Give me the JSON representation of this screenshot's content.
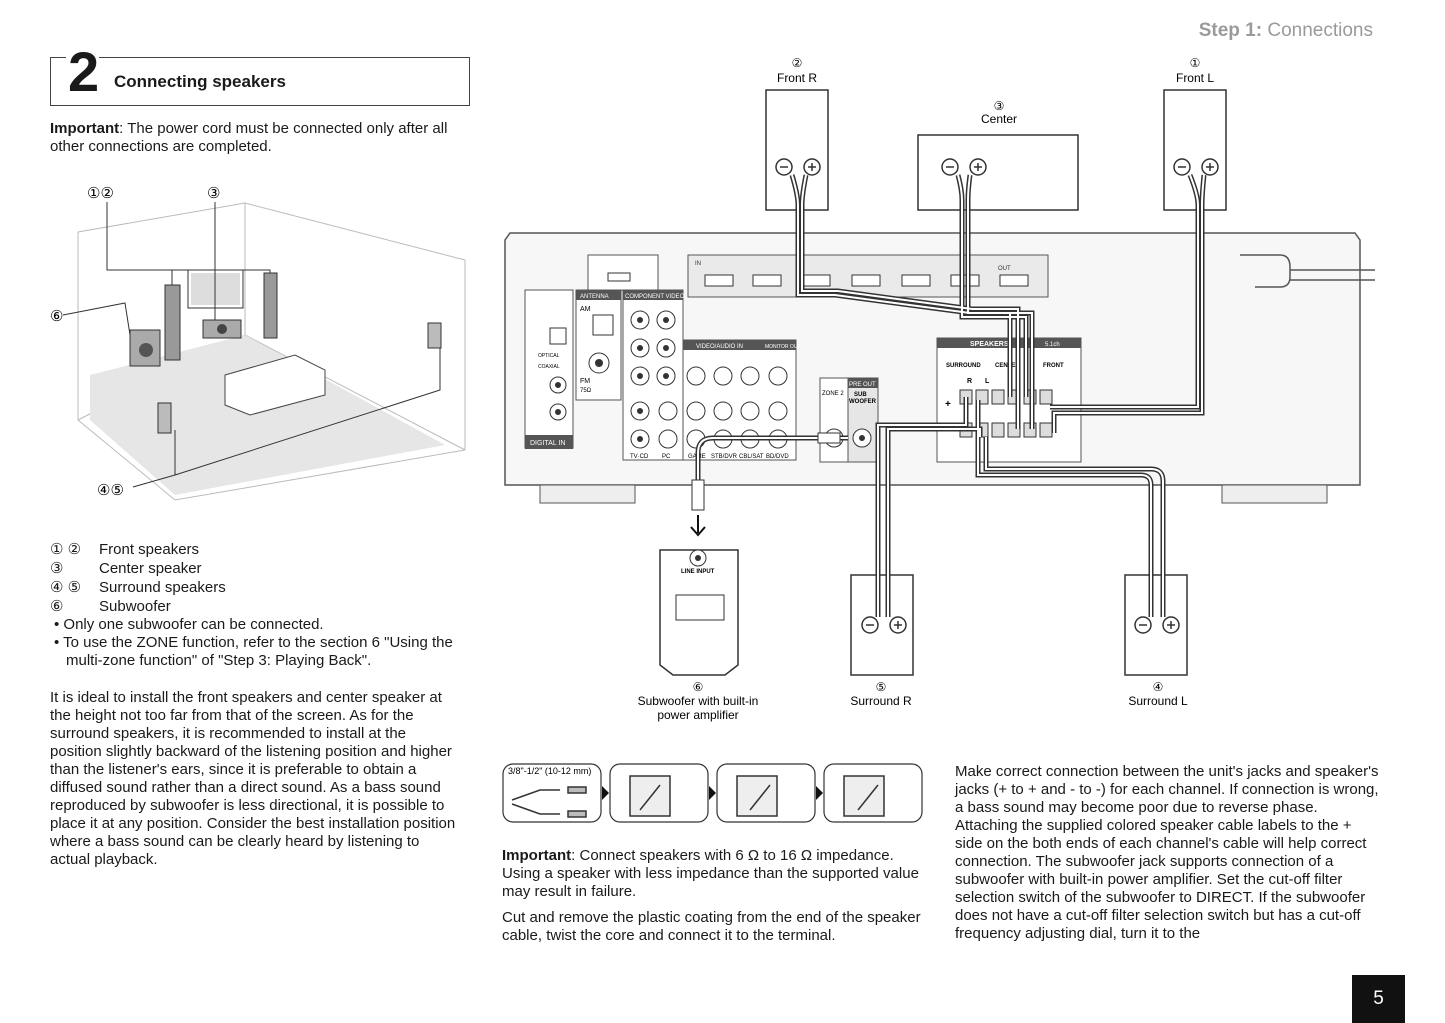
{
  "header": {
    "step": "Step 1:",
    "title": "Connections"
  },
  "section": {
    "number": "2",
    "title": "Connecting speakers"
  },
  "important_power": {
    "label": "Important",
    "text": ": The power cord must be connected only after all other connections are completed."
  },
  "room_labels": {
    "l12": "①②",
    "l3": "③",
    "l6": "⑥",
    "l45": "④⑤"
  },
  "legend": [
    {
      "num": "① ②",
      "label": "Front speakers"
    },
    {
      "num": "③",
      "label": "Center speaker"
    },
    {
      "num": "④ ⑤",
      "label": "Surround speakers"
    },
    {
      "num": "⑥",
      "label": "Subwoofer"
    }
  ],
  "bullets": [
    "• Only one subwoofer can be connected.",
    "• To use the ZONE function, refer to the section 6 \"Using the multi-zone function\" of \"Step 3: Playing Back\"."
  ],
  "placement_text": "It is ideal to install the front speakers and center speaker at the height not too far from that of the screen. As for the surround speakers, it is recommended to install at the position slightly backward of the listening position and higher than the listener's ears, since it is preferable to obtain a diffused sound rather than a direct sound. As a bass sound reproduced by subwoofer is less directional, it is possible to place it at any position. Consider the best installation position where a bass sound can be clearly heard by listening to actual playback.",
  "speakers": {
    "front_r": {
      "num": "②",
      "label": "Front R"
    },
    "front_l": {
      "num": "①",
      "label": "Front L"
    },
    "center": {
      "num": "③",
      "label": "Center"
    },
    "surround_r": {
      "num": "⑤",
      "label": "Surround R"
    },
    "surround_l": {
      "num": "④",
      "label": "Surround L"
    },
    "subwoofer": {
      "num": "⑥",
      "label1": "Subwoofer with built-in",
      "label2": "power amplifier"
    }
  },
  "panel": {
    "speakers_header": "SPEAKERS",
    "channels": "5.1ch",
    "surround": "SURROUND",
    "center": "CENTER",
    "front": "FRONT",
    "r": "R",
    "l": "L",
    "plus": "+",
    "minus": "–",
    "zone2": "ZONE 2",
    "preout": "PRE OUT",
    "sub": "SUB",
    "woofer": "WOOFER",
    "line_input": "LINE INPUT",
    "antenna": "ANTENNA",
    "am": "AM",
    "fm": "FM",
    "fm_ohm": "75Ω",
    "component": "COMPONENT VIDEO",
    "video_audio_in": "VIDEO/AUDIO IN",
    "monitor_out": "MONITOR OUT",
    "digital_in": "DIGITAL IN",
    "optical": "OPTICAL",
    "coaxial": "COAXIAL",
    "tv_cd": "TV·CD",
    "pc": "PC",
    "game": "GAME",
    "stb_dvr": "STB/DVR",
    "cbl_sat": "CBL/SAT",
    "bd_dvd": "BD/DVD",
    "hdmi_in": "IN",
    "hdmi_out": "OUT"
  },
  "strip_label": "3/8\"-1/2\" (10-12 mm)",
  "important_impedance": {
    "label": "Important",
    "text": ": Connect speakers with 6 Ω to 16 Ω impedance. Using a speaker with less impedance than the supported value may result in failure."
  },
  "cable_text": "Cut and remove the plastic coating from the end of the speaker cable, twist the core and connect it to the terminal.",
  "polarity_text": "Make correct connection between the unit's jacks and speaker's jacks (+ to + and - to -) for each channel. If connection is wrong, a bass sound may become poor due to reverse phase. Attaching the supplied colored speaker cable labels to the + side on the both ends of each channel's cable will help correct connection. The subwoofer jack supports connection of a subwoofer with built-in power amplifier. Set the cut-off filter selection switch of the subwoofer to DIRECT. If the subwoofer does not have a cut-off filter selection switch but has a cut-off frequency adjusting dial, turn it to the",
  "page_number": "5"
}
